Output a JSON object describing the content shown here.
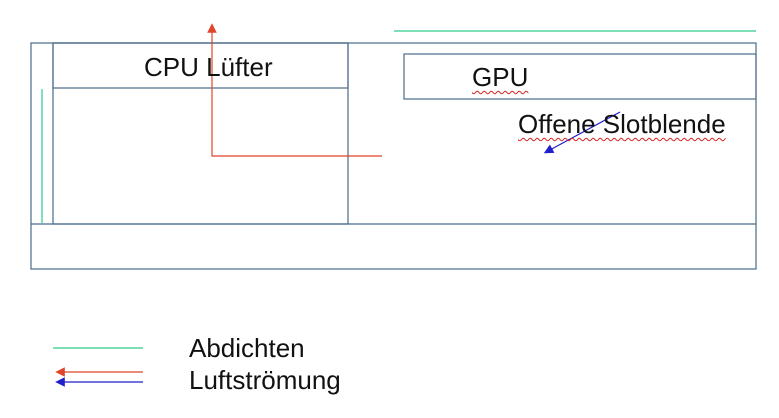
{
  "labels": {
    "cpu_fan": "CPU Lüfter",
    "gpu": "GPU",
    "open_slot": "Offene Slotblende"
  },
  "legend": {
    "seal": "Abdichten",
    "airflow": "Luftströmung"
  },
  "colors": {
    "outline": "#4a6c8c",
    "seal": "#2ecc8a",
    "airflow_red": "#e0452b",
    "airflow_blue": "#1f1fcc",
    "text": "#111111",
    "spellcheck": "#d42020"
  }
}
